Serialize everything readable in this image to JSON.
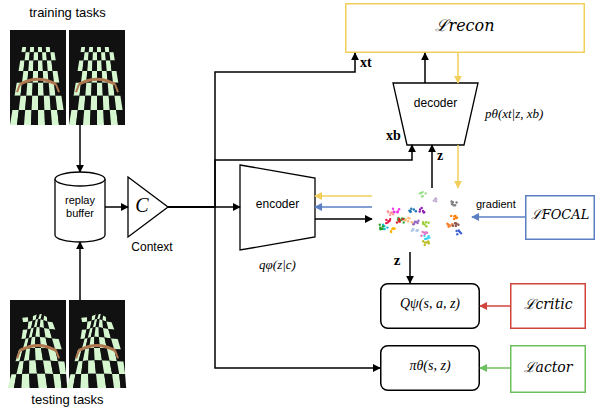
{
  "diagram": {
    "nodes": [
      {
        "text": [
          "training tasks"
        ]
      },
      {
        "text": [
          "replay buffer"
        ]
      },
      {
        "text": [
          "testing tasks"
        ]
      },
      {
        "text": [
          "C",
          "Context"
        ]
      },
      {
        "text": [
          "ℒrecon"
        ]
      },
      {
        "text": [
          "decoder",
          "pθ(xt|z, xb)"
        ]
      },
      {
        "text": [
          "encoder",
          "qφ(z|c)"
        ]
      },
      {
        "text": [
          "z"
        ]
      },
      {
        "text": [
          "ℒFOCAL"
        ]
      },
      {
        "text": [
          "Qψ(s, a, z)"
        ]
      },
      {
        "text": [
          "ℒcritic"
        ]
      },
      {
        "text": [
          "πθ(s, z)"
        ]
      },
      {
        "text": [
          "ℒactor"
        ]
      }
    ],
    "edges": [
      {
        "from": 0,
        "to": 1,
        "arrow": "to"
      },
      {
        "from": 2,
        "to": 1,
        "arrow": "to"
      },
      {
        "from": 1,
        "to": 3,
        "arrow": "to"
      },
      {
        "from": 3,
        "to": 6,
        "arrow": "to"
      },
      {
        "from": 3,
        "to": 5,
        "label": "xb",
        "arrow": "to"
      },
      {
        "from": 3,
        "to": 4,
        "label": "xt",
        "arrow": "to"
      },
      {
        "from": 3,
        "to": 11,
        "arrow": "to"
      },
      {
        "from": 7,
        "to": 5,
        "label": "z",
        "arrow": "to"
      },
      {
        "from": 5,
        "to": 4,
        "arrow": "to"
      },
      {
        "from": 4,
        "to": 5,
        "arrow": "to"
      },
      {
        "from": 5,
        "to": 7,
        "arrow": "to"
      },
      {
        "from": 7,
        "to": 6,
        "arrow": "to"
      },
      {
        "from": 7,
        "to": 6,
        "arrow": "to"
      },
      {
        "from": 6,
        "to": 7,
        "arrow": "to"
      },
      {
        "from": 8,
        "to": 7,
        "label": "gradient",
        "arrow": "to"
      },
      {
        "from": 7,
        "to": 9,
        "arrow": "to"
      },
      {
        "from": 10,
        "to": 9,
        "arrow": "to"
      },
      {
        "from": 12,
        "to": 11,
        "arrow": "to"
      }
    ]
  }
}
